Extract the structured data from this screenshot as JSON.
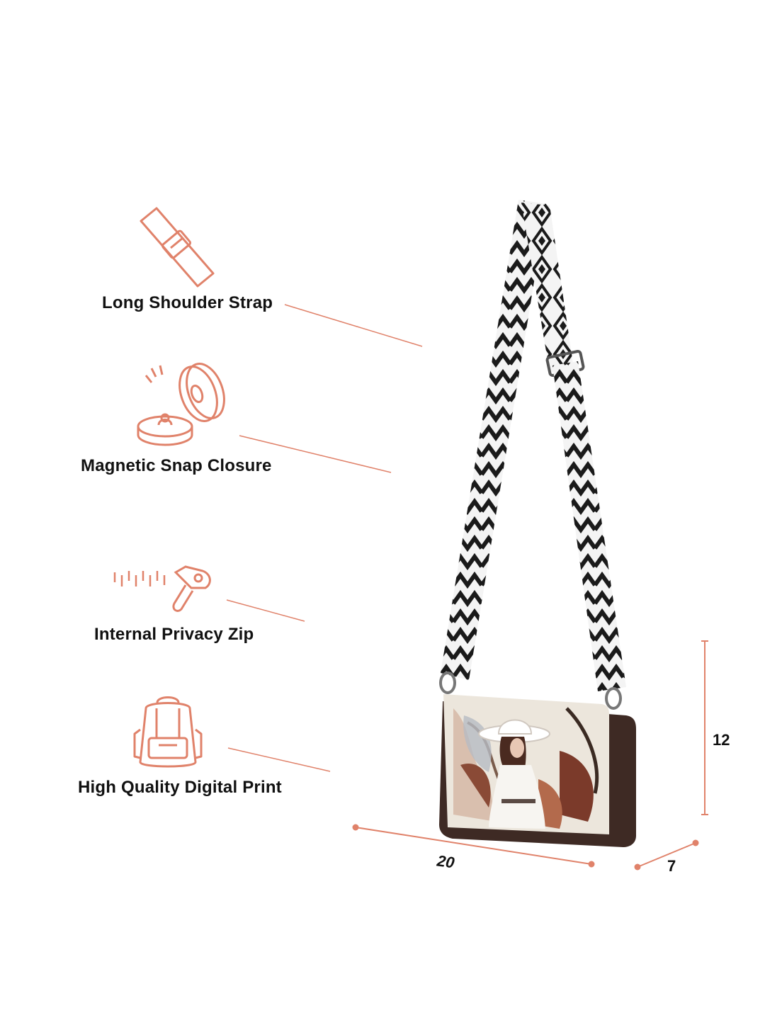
{
  "features": [
    {
      "label": "Long Shoulder Strap",
      "icon": "strap-icon"
    },
    {
      "label": "Magnetic Snap Closure",
      "icon": "magnetic-snap-icon"
    },
    {
      "label": "Internal Privacy Zip",
      "icon": "zip-icon"
    },
    {
      "label": "High Quality Digital Print",
      "icon": "backpack-icon"
    }
  ],
  "dimensions": {
    "height": "12",
    "width": "20",
    "depth": "7"
  },
  "colors": {
    "accent": "#e0826a",
    "text": "#111111",
    "strap_dark": "#1a1a1a",
    "bag_body": "#3e2a24",
    "flap_base": "#ece6dc"
  }
}
